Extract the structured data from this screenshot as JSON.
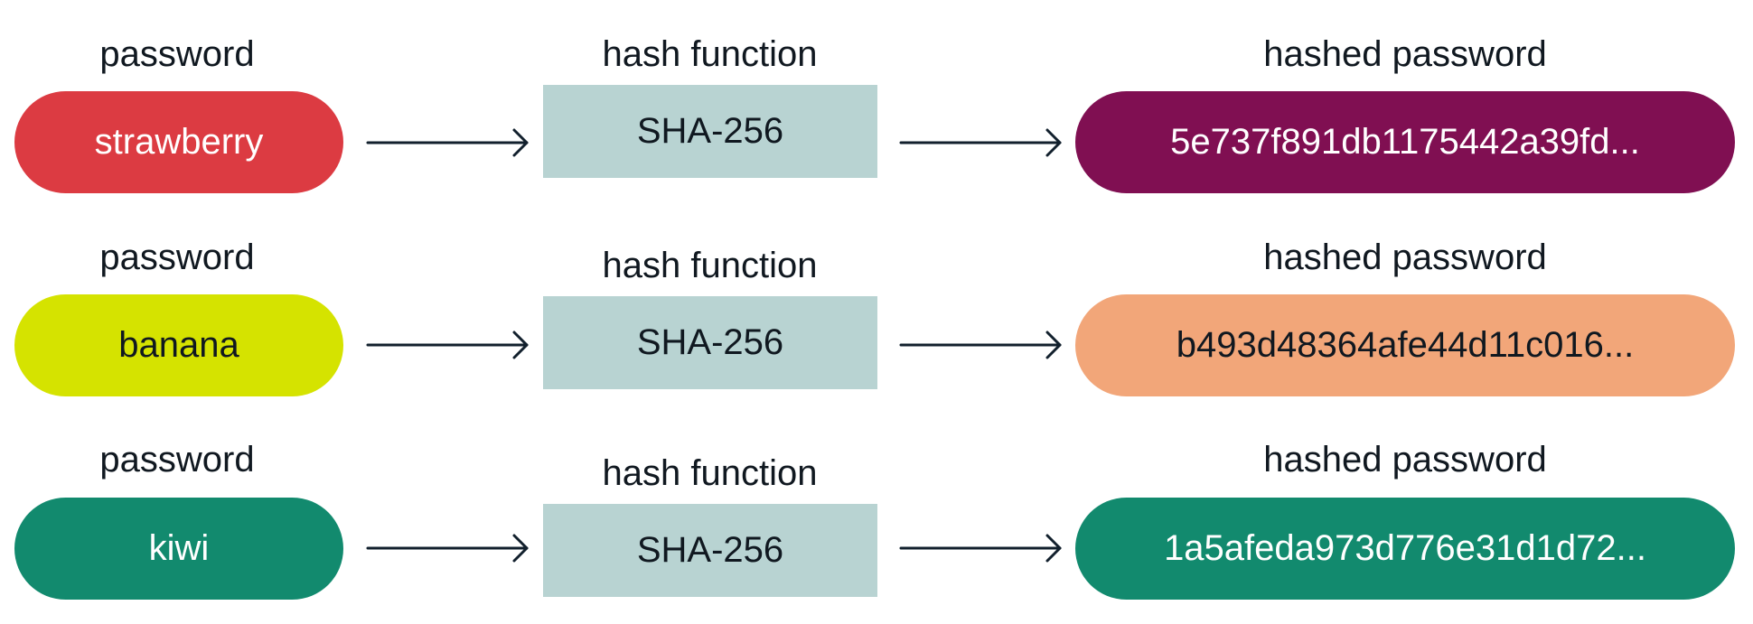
{
  "rows": [
    {
      "password_label": "password",
      "password": "strawberry",
      "password_color": "#dc3b42",
      "password_text_color": "#ffffff",
      "function_label": "hash function",
      "function": "SHA-256",
      "hashed_label": "hashed password",
      "hashed": "5e737f891db1175442a39fd...",
      "hashed_color": "#800f52",
      "hashed_text_color": "#ffffff"
    },
    {
      "password_label": "password",
      "password": "banana",
      "password_color": "#d5e300",
      "password_text_color": "#101820",
      "function_label": "hash function",
      "function": "SHA-256",
      "hashed_label": "hashed password",
      "hashed": "b493d48364afe44d11c016...",
      "hashed_color": "#f2a679",
      "hashed_text_color": "#101820"
    },
    {
      "password_label": "password",
      "password": "kiwi",
      "password_color": "#128a6e",
      "password_text_color": "#ffffff",
      "function_label": "hash function",
      "function": "SHA-256",
      "hashed_label": "hashed password",
      "hashed": "1a5afeda973d776e31d1d72...",
      "hashed_color": "#128a6e",
      "hashed_text_color": "#ffffff"
    }
  ],
  "colors": {
    "box": "#b8d3d2",
    "arrow": "#12202d",
    "text": "#101820"
  }
}
